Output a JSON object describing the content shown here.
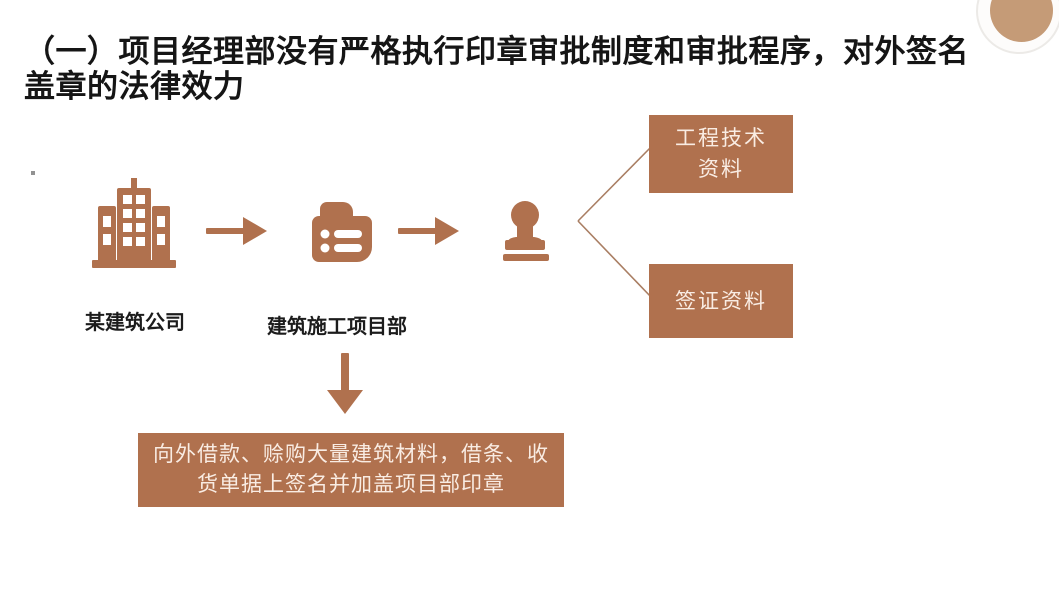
{
  "slide": {
    "title": "（一）项目经理部没有严格执行印章审批制度和审批程序，对外签名盖章的法律效力"
  },
  "colors": {
    "accent": "#b0714e",
    "box_bg": "#b0714e",
    "box_text": "#f9ece3",
    "connector": "#a97e63",
    "title_text": "#151515",
    "label_text": "#1c1c1c",
    "circle_fill": "#c59b77",
    "circle_halo": "#eceae7",
    "page_bg": "#ffffff"
  },
  "diagram": {
    "company": {
      "icon": "building-icon",
      "label": "某建筑公司"
    },
    "department": {
      "icon": "folder-list-icon",
      "label": "建筑施工项目部"
    },
    "seal": {
      "icon": "stamp-icon"
    },
    "outputs": [
      {
        "lines": [
          "工程技术",
          "资料"
        ]
      },
      {
        "lines": [
          "签证资料"
        ]
      }
    ],
    "consequence": {
      "lines": [
        "向外借款、赊购大量建筑材料，借条、收",
        "货单据上签名并加盖项目部印章"
      ]
    }
  }
}
